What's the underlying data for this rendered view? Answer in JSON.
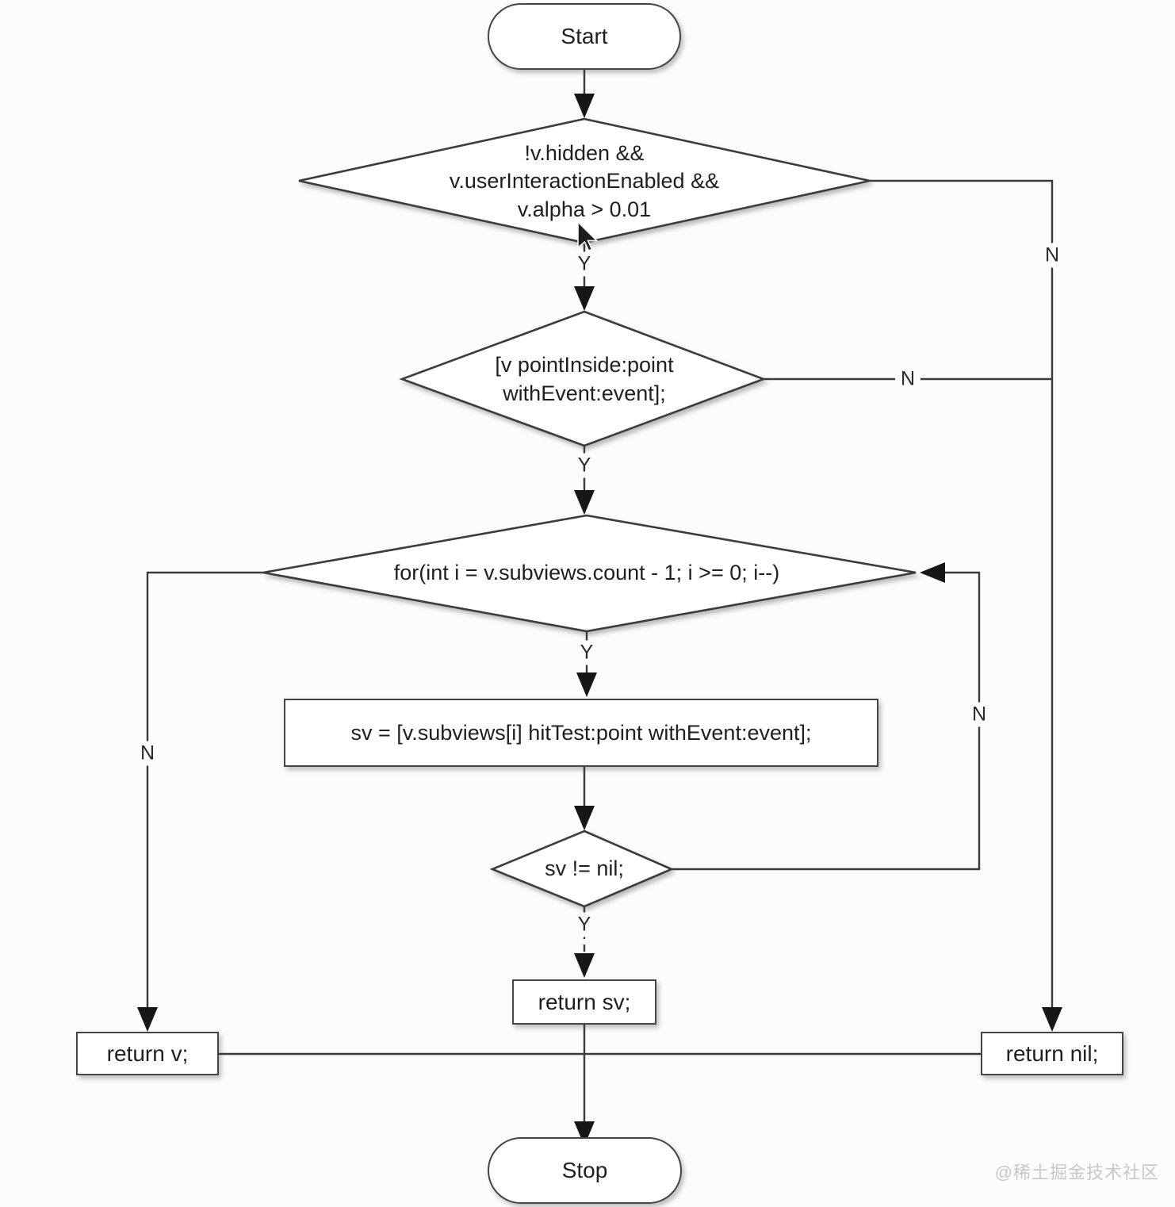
{
  "diagram": {
    "nodes": {
      "start": {
        "type": "terminator",
        "label": "Start"
      },
      "cond_visible": {
        "type": "decision",
        "label": "!v.hidden &&\nv.userInteractionEnabled &&\nv.alpha > 0.01"
      },
      "cond_point_inside": {
        "type": "decision",
        "label": "[v pointInside:point\nwithEvent:event];"
      },
      "cond_for_loop": {
        "type": "decision",
        "label": "for(int i = v.subviews.count - 1; i >= 0; i--)"
      },
      "process_hit_test": {
        "type": "process",
        "label": "sv = [v.subviews[i] hitTest:point withEvent:event];"
      },
      "cond_sv_not_nil": {
        "type": "decision",
        "label": "sv != nil;"
      },
      "return_sv": {
        "type": "process",
        "label": "return sv;"
      },
      "return_v": {
        "type": "process",
        "label": "return v;"
      },
      "return_nil": {
        "type": "process",
        "label": "return nil;"
      },
      "stop": {
        "type": "terminator",
        "label": "Stop"
      }
    },
    "edges": [
      {
        "from": "start",
        "to": "cond_visible",
        "label": ""
      },
      {
        "from": "cond_visible",
        "to": "cond_point_inside",
        "label": "Y"
      },
      {
        "from": "cond_visible",
        "to": "return_nil",
        "label": "N"
      },
      {
        "from": "cond_point_inside",
        "to": "cond_for_loop",
        "label": "Y"
      },
      {
        "from": "cond_point_inside",
        "to": "return_nil",
        "label": "N"
      },
      {
        "from": "cond_for_loop",
        "to": "process_hit_test",
        "label": "Y"
      },
      {
        "from": "cond_for_loop",
        "to": "return_v",
        "label": "N"
      },
      {
        "from": "process_hit_test",
        "to": "cond_sv_not_nil",
        "label": ""
      },
      {
        "from": "cond_sv_not_nil",
        "to": "return_sv",
        "label": "Y",
        "style": "dashed"
      },
      {
        "from": "cond_sv_not_nil",
        "to": "cond_for_loop",
        "label": "N"
      },
      {
        "from": "return_sv",
        "to": "stop",
        "label": ""
      },
      {
        "from": "return_v",
        "to": "stop",
        "label": ""
      },
      {
        "from": "return_nil",
        "to": "stop",
        "label": ""
      }
    ],
    "watermark": "@稀土掘金技术社区",
    "colors": {
      "line": "#3a3a3a",
      "node_fill": "#ffffff",
      "node_border": "#454545",
      "text": "#1f1f1f",
      "background": "#fcfcfc",
      "watermark": "#c8c8c8"
    }
  }
}
